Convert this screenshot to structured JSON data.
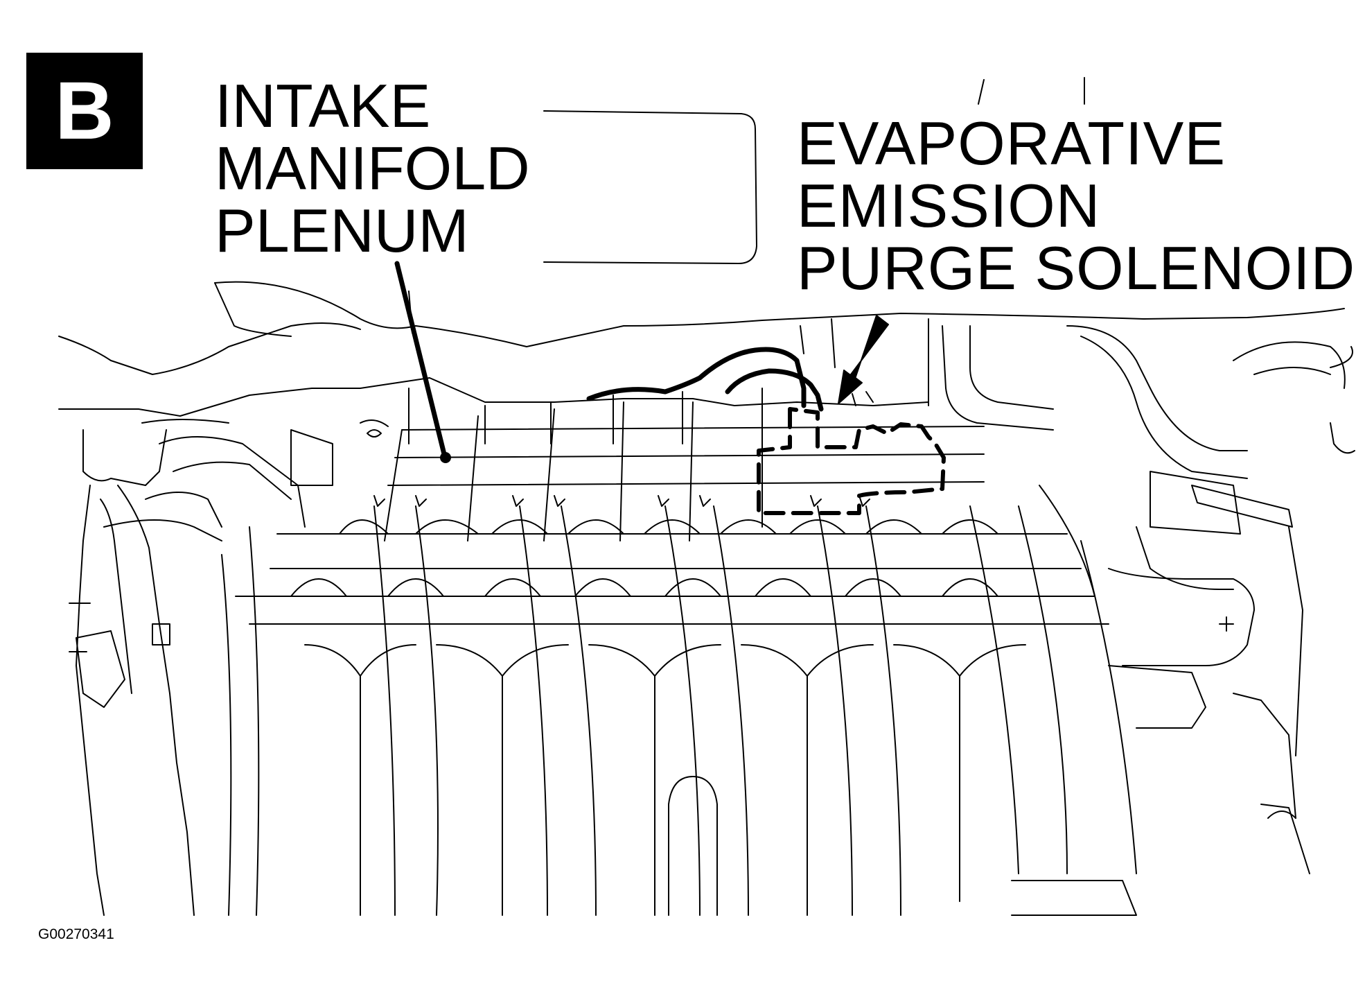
{
  "badge": {
    "letter": "B"
  },
  "labels": {
    "intake": [
      "INTAKE",
      "MANIFOLD",
      "PLENUM"
    ],
    "evap": [
      "EVAPORATIVE",
      "EMISSION",
      "PURGE SOLENOID"
    ]
  },
  "figure_code": "G00270341",
  "colors": {
    "ink": "#000000",
    "paper": "#ffffff"
  }
}
